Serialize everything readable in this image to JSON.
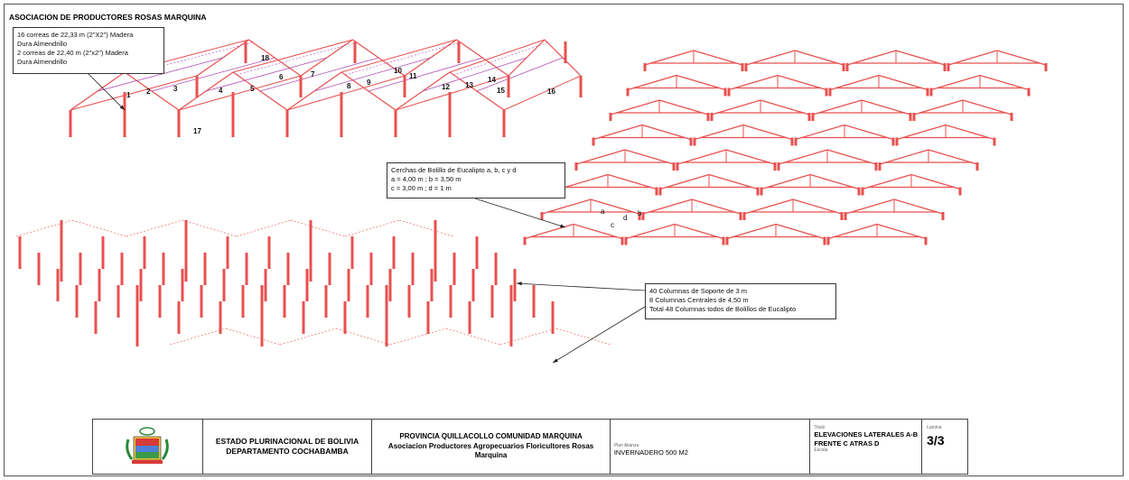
{
  "sheet": {
    "title": "ASOCIACION DE PRODUCTORES ROSAS MARQUINA"
  },
  "notes": {
    "correas": [
      "16 correas de 22,33 m (2\"X2\") Madera",
      "Dura Almendrillo",
      "2 correas de 22,40 m (2\"x2\") Madera",
      "Dura Almendrillo"
    ],
    "cerchas": [
      "Cerchas de Bolillo de Eucalipto a, b, c y d",
      "a = 4,00 m ; b = 3,50 m",
      "c = 3,00 m ; d = 1 m"
    ],
    "columnas": [
      "40 Columnas de Soporte de 3 m",
      "8 Columnas Centrales de 4,50 m",
      "Total 48 Columnas todos de Bolillos de Eucalipto"
    ]
  },
  "drawing": {
    "member_color": "#e8504f",
    "purlin_color": "#b04fb0",
    "purlin_numbers": [
      "1",
      "2",
      "3",
      "4",
      "5",
      "6",
      "7",
      "8",
      "9",
      "10",
      "11",
      "12",
      "13",
      "14",
      "15",
      "16",
      "17",
      "18"
    ],
    "truss_labels": [
      "a",
      "b",
      "c",
      "d"
    ]
  },
  "title_block": {
    "state_line1": "ESTADO PLURINACIONAL DE BOLIVIA",
    "state_line2": "DEPARTAMENTO COCHABAMBA",
    "prov_line1": "PROVINCIA QUILLACOLLO  COMUNIDAD MARQUINA",
    "prov_line2": "Asociacion Productores Agropecuarios Floricultores Rosas Marquina",
    "plan_caption": "Plan Alianza",
    "plan_value": "INVERNADERO 500 M2",
    "title_caption": "Titulo",
    "title_value": "ELEVACIONES LATERALES A-B FRENTE C ATRAS D",
    "scale_caption": "Escala",
    "sheet_caption": "Lamina",
    "sheet_value": "3/3"
  }
}
